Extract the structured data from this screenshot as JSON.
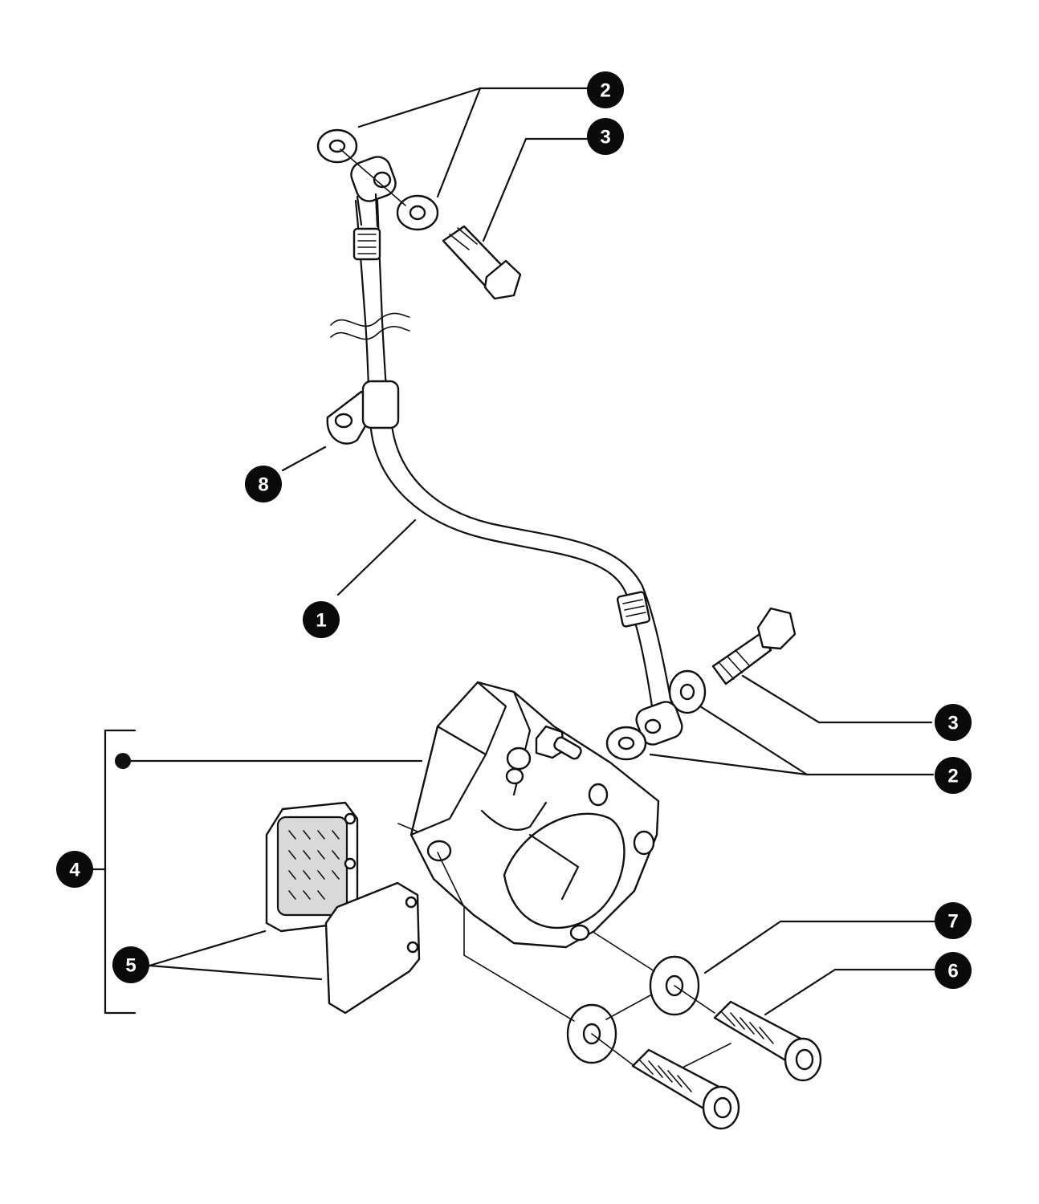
{
  "callouts": {
    "c2_top": "2",
    "c3_top": "3",
    "c8": "8",
    "c1": "1",
    "c3_right": "3",
    "c2_right": "2",
    "c4": "4",
    "c7": "7",
    "c6": "6",
    "c5": "5"
  }
}
